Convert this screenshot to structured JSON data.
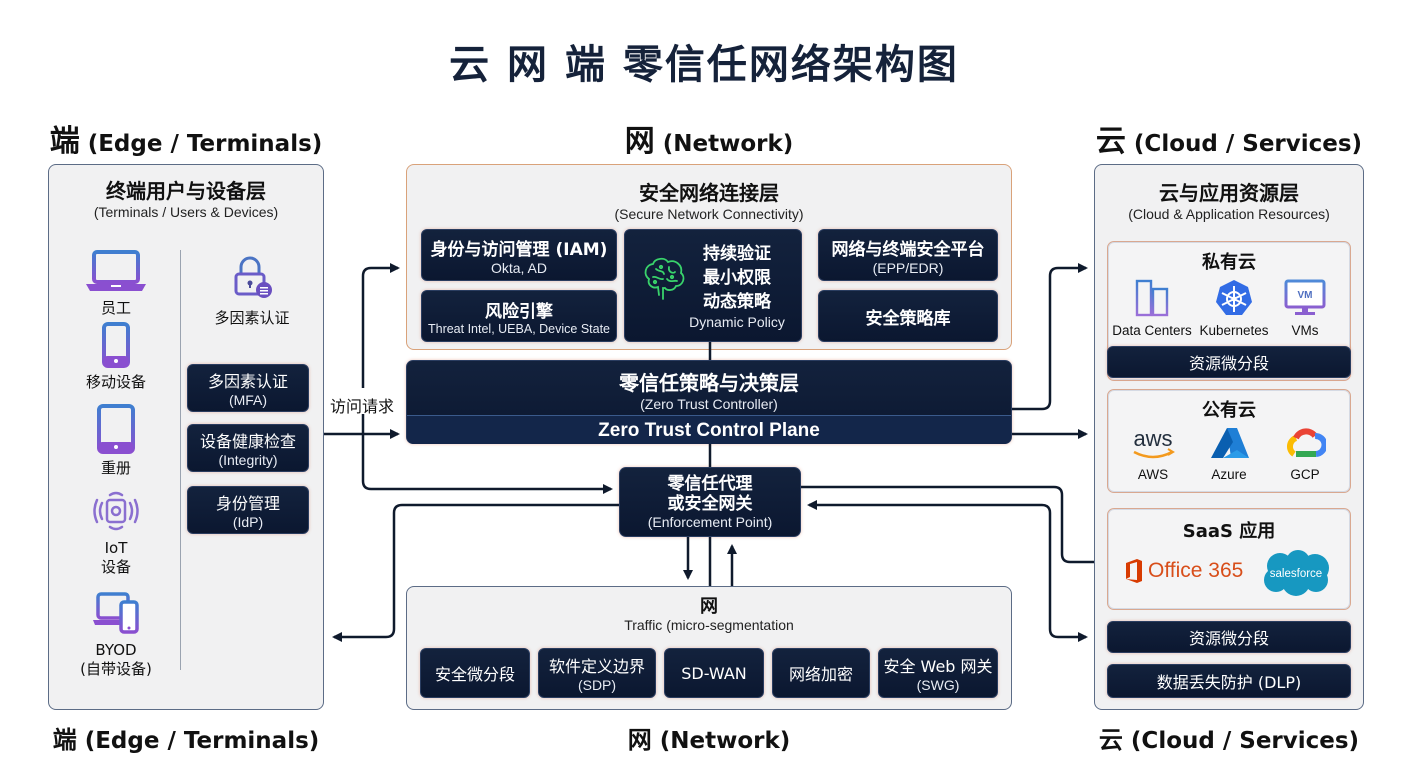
{
  "title": "云 网 端 零信任网络架构图",
  "columns": {
    "edge": {
      "zh": "端",
      "en": "(Edge / Terminals)"
    },
    "network": {
      "zh": "网",
      "en": "(Network)"
    },
    "cloud": {
      "zh": "云",
      "en": "(Cloud / Services)"
    }
  },
  "edge_panel": {
    "title": "终端用户与设备层",
    "subtitle": "(Terminals / Users & Devices)",
    "devices": [
      {
        "icon": "laptop-icon",
        "label": "员工"
      },
      {
        "icon": "smartphone-icon",
        "label": "移动设备"
      },
      {
        "icon": "tablet-icon",
        "label": "重册"
      },
      {
        "icon": "iot-device-icon",
        "label": "IoT\n设备",
        "line1": "IoT",
        "line2": "设备"
      },
      {
        "icon": "byod-devices-icon",
        "label": "BYOD\n(自带设备)",
        "line1": "BYOD",
        "line2": "(自带设备)"
      }
    ],
    "mfa_icon_label": "多因素认证",
    "auth_boxes": [
      {
        "zh": "多因素认证",
        "en": "(MFA)"
      },
      {
        "zh": "设备健康检查",
        "en": "(Integrity)"
      },
      {
        "zh": "身份管理",
        "en": "(IdP)"
      }
    ]
  },
  "access_request_label": "访问请求",
  "network_top": {
    "title": "安全网络连接层",
    "subtitle": "(Secure Network Connectivity)",
    "iam": {
      "zh": "身份与访问管理 (IAM)",
      "en": "Okta,  AD"
    },
    "risk": {
      "zh": "风险引擎",
      "en": "Threat Intel, UEBA, Device State"
    },
    "policy": {
      "lines": [
        "持续验证",
        "最小权限",
        "动态策略"
      ],
      "en": "Dynamic Policy"
    },
    "epp": {
      "zh": "网络与终端安全平台",
      "en": "(EPP/EDR)"
    },
    "policy_lib": {
      "zh": "安全策略库"
    }
  },
  "controller": {
    "zh": "零信任策略与决策层",
    "en": "(Zero Trust Controller)",
    "plane": "Zero Trust Control Plane"
  },
  "enforcement": {
    "line1": "零信任代理",
    "line2": "或安全网关",
    "en": "(Enforcement Point)"
  },
  "network_bottom": {
    "title": "网",
    "subtitle": "Traffic (micro-segmentation",
    "items": [
      {
        "zh": "安全微分段",
        "en": ""
      },
      {
        "zh": "软件定义边界",
        "en": "(SDP)"
      },
      {
        "zh": "SD-WAN",
        "en": ""
      },
      {
        "zh": "网络加密",
        "en": ""
      },
      {
        "zh": "安全 Web 网关",
        "en": "(SWG)"
      }
    ]
  },
  "cloud_panel": {
    "title": "云与应用资源层",
    "subtitle": "(Cloud & Application Resources)",
    "private_cloud": {
      "title": "私有云",
      "items": [
        {
          "icon": "data-center-icon",
          "label": "Data Centers"
        },
        {
          "icon": "kubernetes-icon",
          "label": "Kubernetes"
        },
        {
          "icon": "vm-icon",
          "label": "VMs",
          "badge": "VM"
        }
      ],
      "bar": "资源微分段"
    },
    "public_cloud": {
      "title": "公有云",
      "items": [
        {
          "icon": "aws-logo-icon",
          "label": "AWS",
          "logo_text": "aws"
        },
        {
          "icon": "azure-logo-icon",
          "label": "Azure"
        },
        {
          "icon": "gcp-logo-icon",
          "label": "GCP"
        }
      ]
    },
    "saas": {
      "title": "SaaS 应用",
      "office": "Office 365",
      "salesforce": "salesforce"
    },
    "bars": [
      "资源微分段",
      "数据丢失防护 (DLP)"
    ]
  },
  "colors": {
    "dark_navy": "#0b1730",
    "title_navy": "#15223a",
    "panel_bg": "#f1f1f2",
    "panel_border": "#5c6c86",
    "accent_orange": "#d9a27a",
    "brain_green": "#39d36b",
    "device_blue": "#3f7fd0",
    "device_purple": "#8a4fd0"
  }
}
